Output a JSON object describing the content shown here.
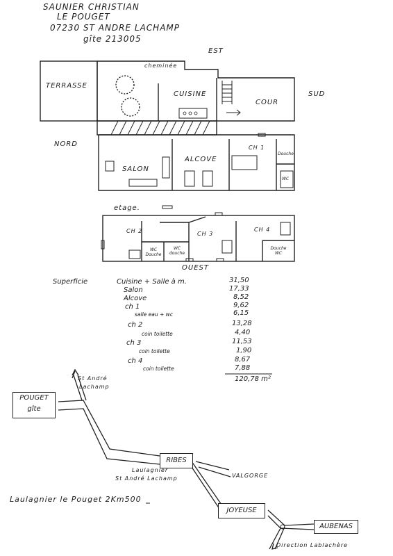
{
  "header": {
    "line1": "SAUNIER  CHRISTIAN",
    "line2": "LE POUGET",
    "line3": "07230  ST ANDRE LACHAMP",
    "line4": "gîte 213005"
  },
  "plan": {
    "orientation": {
      "est": "EST",
      "sud": "SUD",
      "nord": "NORD",
      "ouest": "OUEST"
    },
    "ground": {
      "terrasse": "TERRASSE",
      "cheminee": "cheminée",
      "cuisine": "CUISINE",
      "cour": "COUR",
      "salon": "SALON",
      "alcove": "ALCOVE",
      "ch1": "CH 1",
      "douche": "Douche",
      "wc": "WC"
    },
    "upper": {
      "etage": "etage.",
      "ch2": "CH 2",
      "ch3": "CH 3",
      "ch4": "CH 4",
      "wc_douche_left": "WC Douche",
      "wc_douche_mid": "WC douche",
      "douche_wc_right": "Douche WC"
    }
  },
  "surface": {
    "title": "Superficie",
    "rows": [
      {
        "label": "Cuisine + Salle à m.",
        "value": "31,50",
        "sub": false
      },
      {
        "label": "Salon",
        "value": "17,33",
        "sub": false
      },
      {
        "label": "Alcove",
        "value": "8,52",
        "sub": false
      },
      {
        "label": "ch 1",
        "value": "9,62",
        "sub": false
      },
      {
        "label": "salle eau + wc",
        "value": "6,15",
        "sub": true
      },
      {
        "label": "ch 2",
        "value": "13,28",
        "sub": false
      },
      {
        "label": "coin toilette",
        "value": "4,40",
        "sub": true
      },
      {
        "label": "ch 3",
        "value": "11,53",
        "sub": false
      },
      {
        "label": "coin toilette",
        "value": "1,90",
        "sub": true
      },
      {
        "label": "ch 4",
        "value": "8,67",
        "sub": false
      },
      {
        "label": "coin toilette",
        "value": "7,88",
        "sub": true
      }
    ],
    "total": "120,78 m²"
  },
  "map": {
    "pouget": "POUGET",
    "gite": "gîte",
    "st_andre": "St André",
    "lachamp": "Lachamp",
    "ribes": "RIBES",
    "laulagnier": "Laulagnier",
    "st_andre_lachamp": "St André Lachamp",
    "valgorge": "VALGORGE",
    "joyeuse": "JOYEUSE",
    "aubenas": "AUBENAS",
    "direction": "Direction Lablachère",
    "distance_note": "Laulagnier  le Pouget  2Km500"
  },
  "colors": {
    "ink": "#1a1a1a",
    "paper": "#ffffff"
  }
}
